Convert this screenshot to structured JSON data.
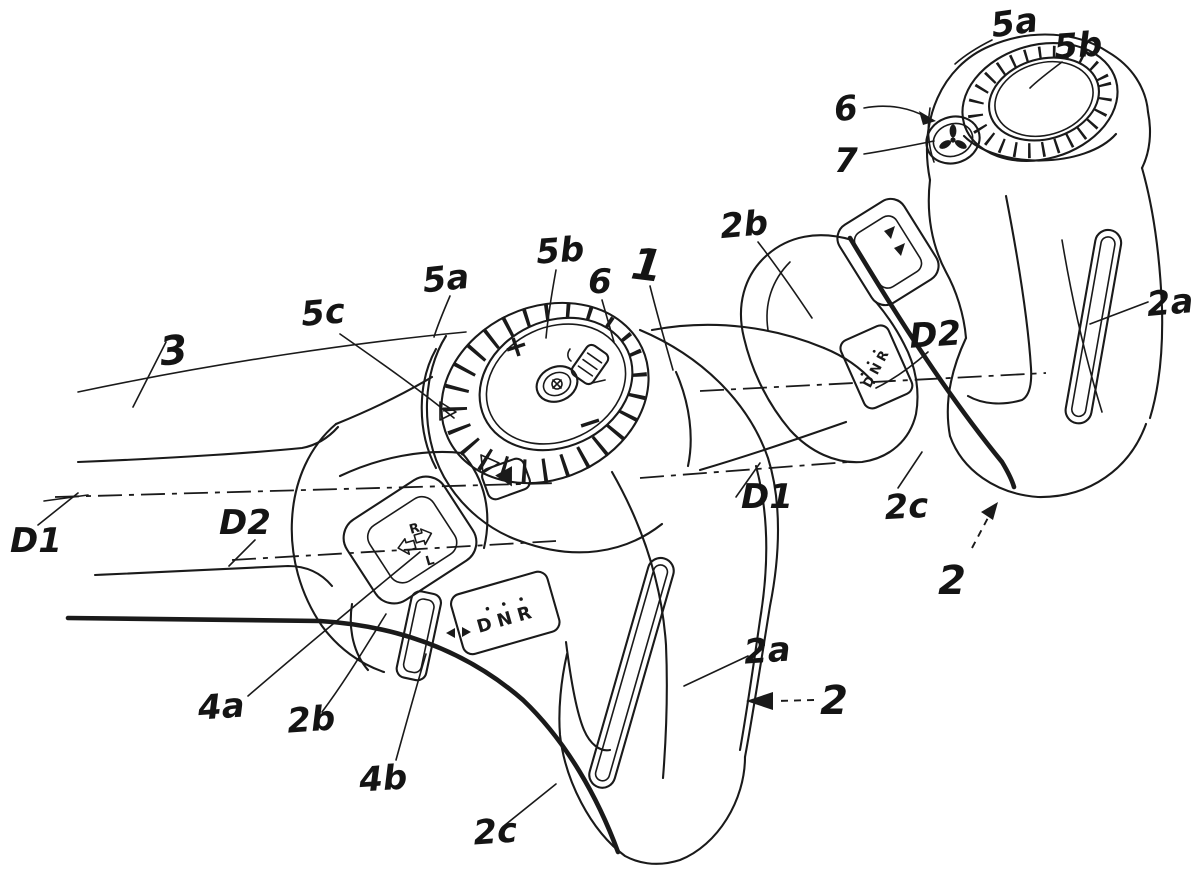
{
  "figure": {
    "kind": "patent line drawing",
    "subject": "dual joystick control handles with rotary dials and switch panels",
    "background_color": "#ffffff",
    "ink_color": "#1a1a1a"
  },
  "reference_labels": {
    "top_5a": "5a",
    "top_5b": "5b",
    "top_6": "6",
    "top_7": "7",
    "right_2b": "2b",
    "center_1": "1",
    "mid_6": "6",
    "mid_5b": "5b",
    "mid_5a": "5a",
    "mid_5c": "5c",
    "left_3": "3",
    "right_D2": "D2",
    "right_2a": "2a",
    "left_D1": "D1",
    "left_D2": "D2",
    "mid_D1": "D1",
    "right_2c": "2c",
    "right_2": "2",
    "bottom_4a": "4a",
    "bottom_2b": "2b",
    "bottom_4b": "4b",
    "bottom_2c": "2c",
    "bottom_2a": "2a",
    "bottom_2": "2"
  },
  "control_glyphs": {
    "dial_plus": "+",
    "dial_minus": "−",
    "rocker_right": "R",
    "rocker_left": "L",
    "gear_selector_left": "DNR",
    "gear_selector_right": "DNR"
  }
}
